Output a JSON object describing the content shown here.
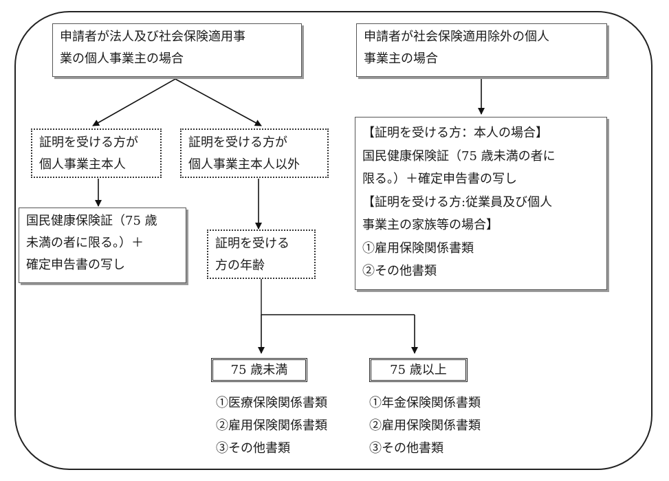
{
  "left_branch": {
    "title_lines": [
      "申請者が法人及び社会保険適用事",
      "業の個人事業主の場合"
    ],
    "self_box_lines": [
      "証明を受ける方が",
      "個人事業主本人"
    ],
    "other_box_lines": [
      "証明を受ける方が",
      "個人事業主本人以外"
    ],
    "self_docs_lines": [
      "国民健康保険証（75 歳",
      "未満の者に限る。）＋",
      "確定申告書の写し"
    ],
    "age_box_lines": [
      "証明を受ける",
      "方の年齢"
    ]
  },
  "right_branch": {
    "title_lines": [
      "申請者が社会保険適用除外の個人",
      "事業主の場合"
    ],
    "docs_lines": [
      "【証明を受ける方：本人の場合】",
      "国民健康保険証（75 歳未満の者に",
      "限る。）＋確定申告書の写し",
      "【証明を受ける方:従業員及び個人",
      "事業主の家族等の場合】",
      "①雇用保険関係書類",
      "②その他書類"
    ]
  },
  "age_groups": {
    "under_label": "75 歳未満",
    "over_label": "75 歳以上",
    "under_docs": [
      "①医療保険関係書類",
      "②雇用保険関係書類",
      "③その他書類"
    ],
    "over_docs": [
      "①年金保険関係書類",
      "②雇用保険関係書類",
      "③その他書類"
    ]
  }
}
